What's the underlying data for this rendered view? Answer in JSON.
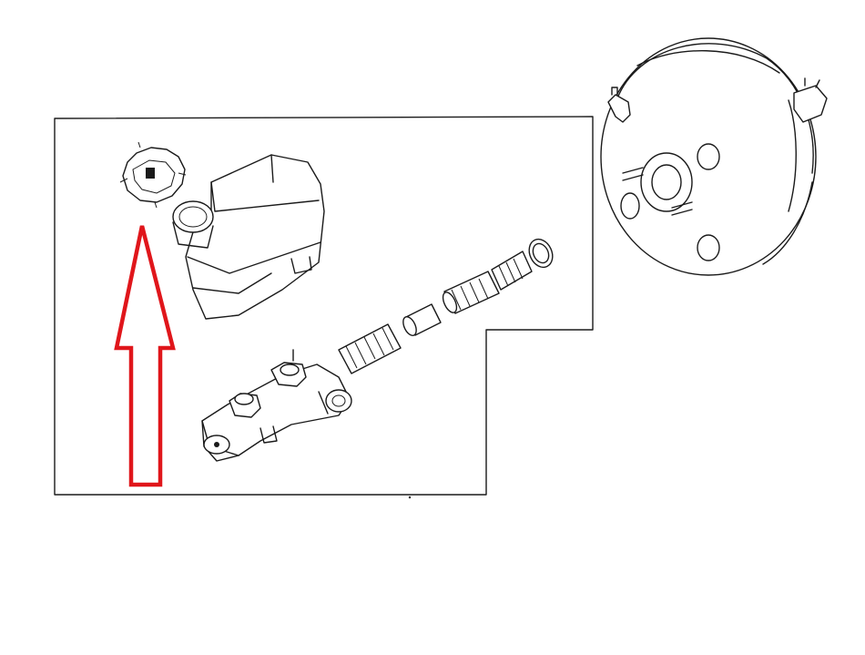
{
  "diagram": {
    "colors": {
      "line": "#1a1a1a",
      "arrow": "#e0161b",
      "background": "#ffffff"
    },
    "callout": {
      "icon": "up-arrow-icon",
      "points_to": "reservoir-cap"
    },
    "parts": [
      "reservoir-cap",
      "brake-fluid-reservoir",
      "master-cylinder",
      "piston-spring-assembly",
      "seal-ring",
      "brake-booster"
    ]
  }
}
